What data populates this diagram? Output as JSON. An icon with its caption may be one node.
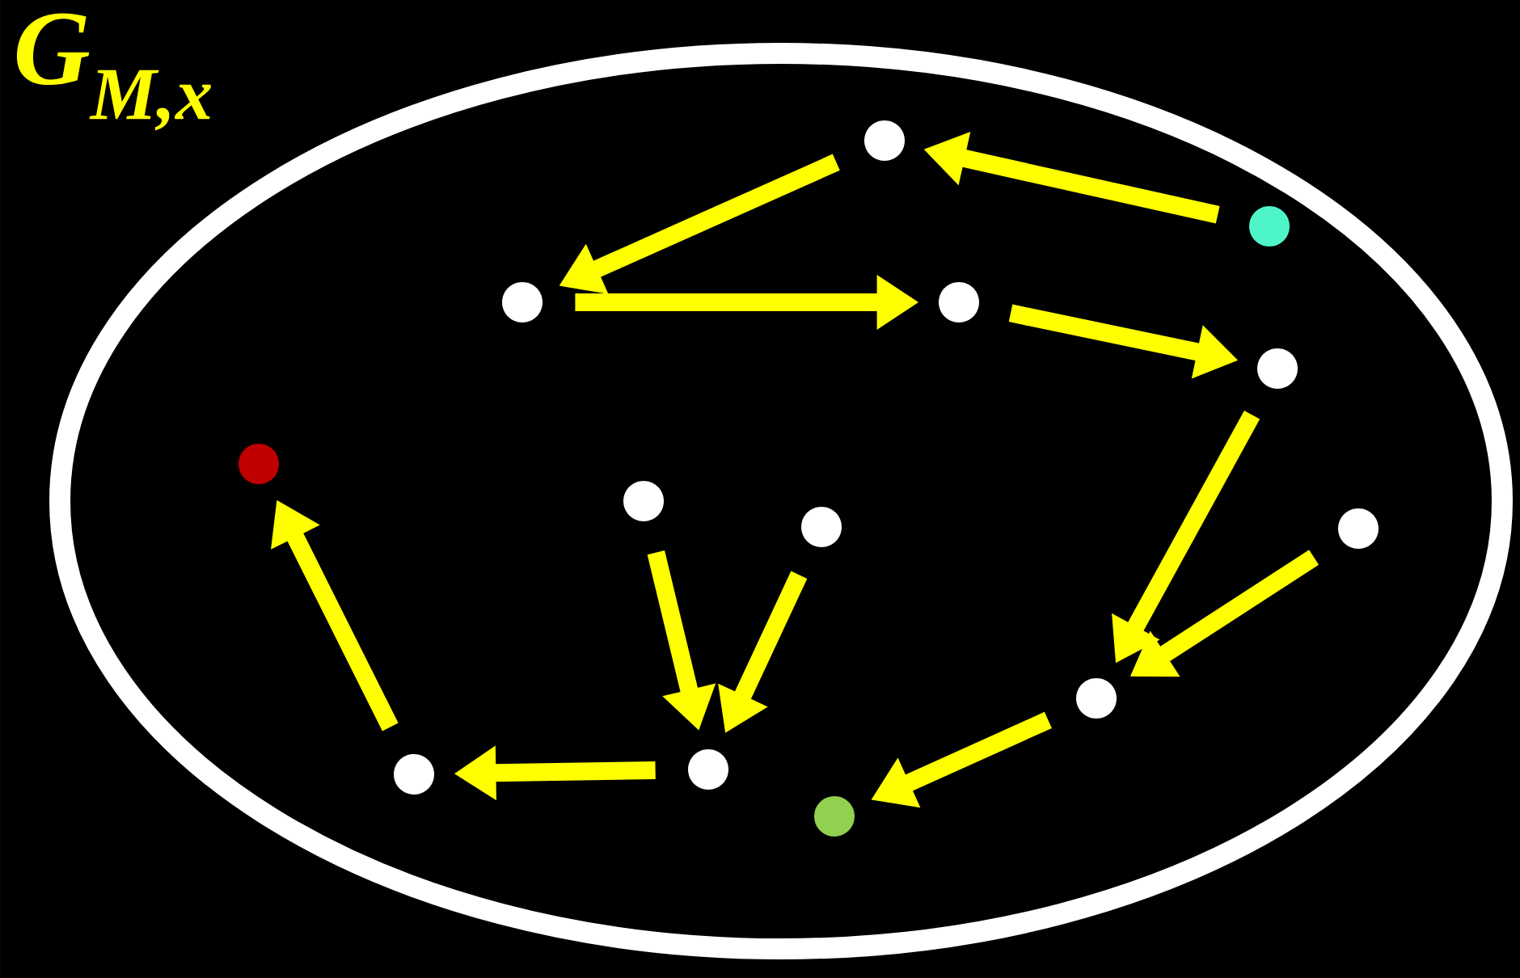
{
  "diagram": {
    "title": "G$_{M,x}$",
    "nodes": [
      {
        "text": [],
        "shape": "circle"
      },
      {
        "text": [],
        "shape": "circle"
      },
      {
        "text": [],
        "shape": "circle"
      },
      {
        "text": [],
        "shape": "circle"
      },
      {
        "text": [],
        "shape": "circle"
      },
      {
        "text": [],
        "shape": "circle"
      },
      {
        "text": [],
        "shape": "circle"
      },
      {
        "text": [],
        "shape": "circle"
      },
      {
        "text": [],
        "shape": "circle"
      },
      {
        "text": [],
        "shape": "circle"
      },
      {
        "text": [],
        "shape": "circle"
      },
      {
        "text": [],
        "shape": "circle"
      },
      {
        "text": [],
        "shape": "circle"
      }
    ],
    "edges": [
      {
        "from": 1,
        "to": 0,
        "arrow": "to"
      },
      {
        "from": 0,
        "to": 2,
        "arrow": "to"
      },
      {
        "from": 2,
        "to": 3,
        "arrow": "to"
      },
      {
        "from": 3,
        "to": 4,
        "arrow": "to"
      },
      {
        "from": 4,
        "to": 9,
        "arrow": "to"
      },
      {
        "from": 8,
        "to": 9,
        "arrow": "to"
      },
      {
        "from": 9,
        "to": 12,
        "arrow": "to"
      },
      {
        "from": 6,
        "to": 10,
        "arrow": "to"
      },
      {
        "from": 7,
        "to": 10,
        "arrow": "to"
      },
      {
        "from": 10,
        "to": 11,
        "arrow": "to"
      },
      {
        "from": 11,
        "to": 5,
        "arrow": "to"
      }
    ]
  }
}
